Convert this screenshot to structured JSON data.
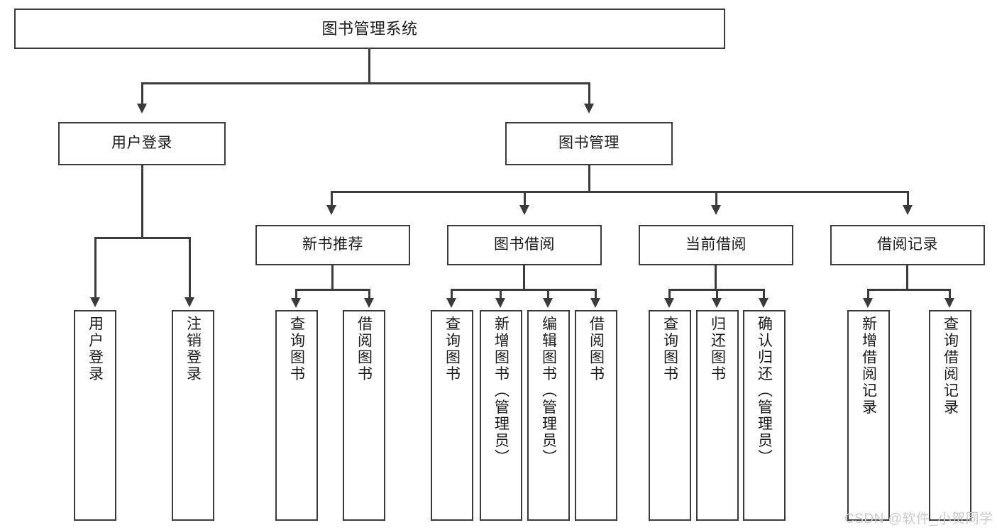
{
  "diagram": {
    "title": "图书管理系统",
    "type": "tree-hierarchy-chart",
    "root": {
      "label": "图书管理系统"
    },
    "level2": [
      {
        "label": "用户登录"
      },
      {
        "label": "图书管理"
      }
    ],
    "level3": [
      {
        "label": "新书推荐"
      },
      {
        "label": "图书借阅"
      },
      {
        "label": "当前借阅"
      },
      {
        "label": "借阅记录"
      }
    ],
    "leaves": {
      "user_login": [
        {
          "label": "用户登录"
        },
        {
          "label": "注销登录"
        }
      ],
      "new_book_recommend": [
        {
          "label": "查询图书"
        },
        {
          "label": "借阅图书"
        }
      ],
      "book_borrow": [
        {
          "label": "查询图书"
        },
        {
          "label": "新增图书（管理员）"
        },
        {
          "label": "编辑图书（管理员）"
        },
        {
          "label": "借阅图书"
        }
      ],
      "current_borrow": [
        {
          "label": "查询图书"
        },
        {
          "label": "归还图书"
        },
        {
          "label": "确认归还（管理员）"
        }
      ],
      "borrow_record": [
        {
          "label": "新增借阅记录"
        },
        {
          "label": "查询借阅记录"
        }
      ]
    }
  },
  "watermark": {
    "text": "CSDN @软件_小贺同学"
  },
  "colors": {
    "stroke": "#3b3b3b",
    "background": "#ffffff",
    "text": "#1a1a1a",
    "watermark": "#c9c9c9"
  }
}
